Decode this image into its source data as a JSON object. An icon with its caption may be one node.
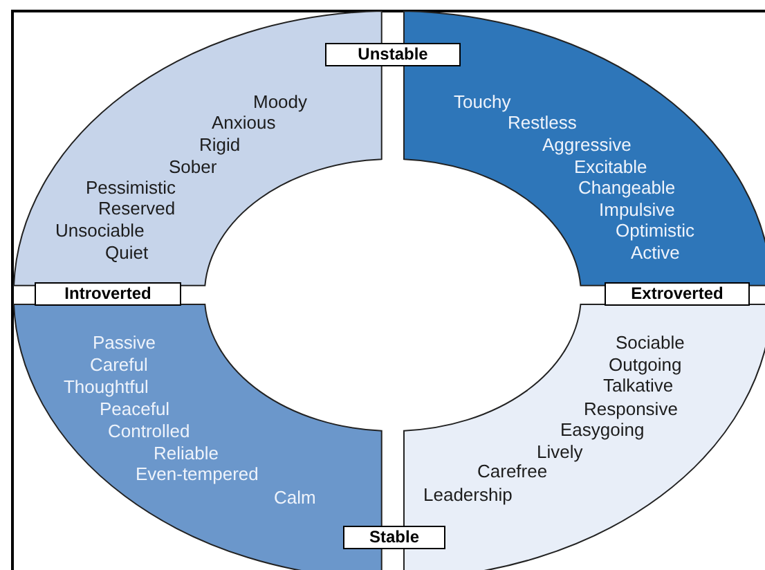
{
  "diagram": {
    "nodes": [
      {
        "text": [
          "Unstable"
        ]
      },
      {
        "text": [
          "Moody",
          "Anxious",
          "Rigid",
          "Sober",
          "Pessimistic",
          "Reserved",
          "Unsociable",
          "Quiet"
        ]
      },
      {
        "text": [
          "Touchy",
          "Restless",
          "Aggressive",
          "Excitable",
          "Changeable",
          "Impulsive",
          "Optimistic",
          "Active"
        ]
      },
      {
        "text": [
          "Introverted"
        ]
      },
      {
        "text": [
          "Extroverted"
        ]
      },
      {
        "text": [
          "Passive",
          "Careful",
          "Thoughtful",
          "Peaceful",
          "Controlled",
          "Reliable",
          "Even-tempered",
          "Calm"
        ]
      },
      {
        "text": [
          "Sociable",
          "Outgoing",
          "Talkative",
          "Responsive",
          "Easygoing",
          "Lively",
          "Carefree",
          "Leadership"
        ]
      },
      {
        "text": [
          "Stable"
        ]
      }
    ]
  }
}
